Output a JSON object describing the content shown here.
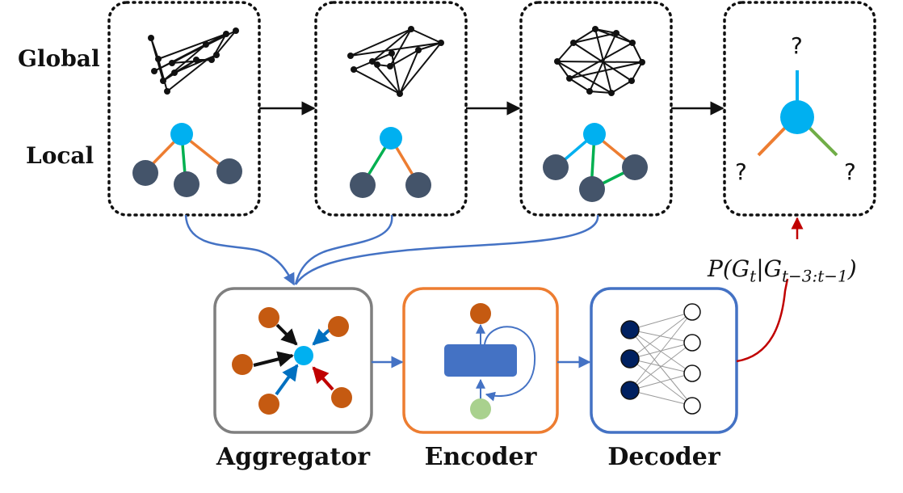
{
  "labels": {
    "global": "Global",
    "local": "Local",
    "aggregator": "Aggregator",
    "encoder": "Encoder",
    "decoder": "Decoder",
    "question": "?"
  },
  "formula": {
    "main": "P(G",
    "sub1": "t",
    "bar": "|G",
    "sub2": "t−3:t−1",
    "close": ")"
  },
  "colors": {
    "node_blue": "#00b0f0",
    "node_dark": "#44546a",
    "node_orange": "#c55a11",
    "node_green": "#a9d18e",
    "node_navy": "#002060",
    "edge_orange": "#ed7d31",
    "edge_green": "#00b050",
    "edge_lightgreen": "#70ad47",
    "edge_blue": "#0070c0",
    "arrow_blue": "#4472c4",
    "arrow_red": "#c00000",
    "box_gray": "#7f7f7f",
    "box_orange": "#ed7d31",
    "box_blue": "#4472c4",
    "encoder_block": "#4472c4"
  }
}
